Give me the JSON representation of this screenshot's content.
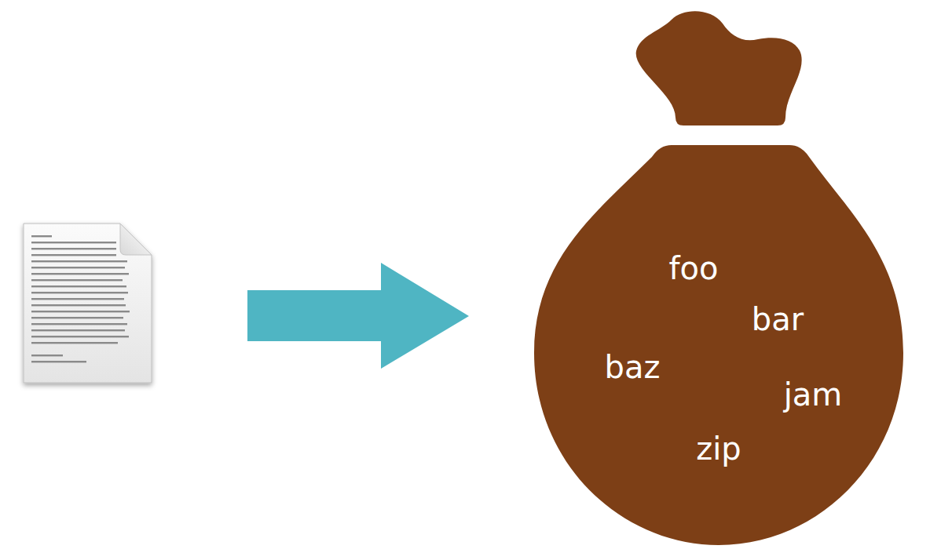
{
  "diagram": {
    "nodes": [
      {
        "text": [
          "foo",
          "bar",
          "baz",
          "jam",
          "zip"
        ]
      }
    ]
  }
}
